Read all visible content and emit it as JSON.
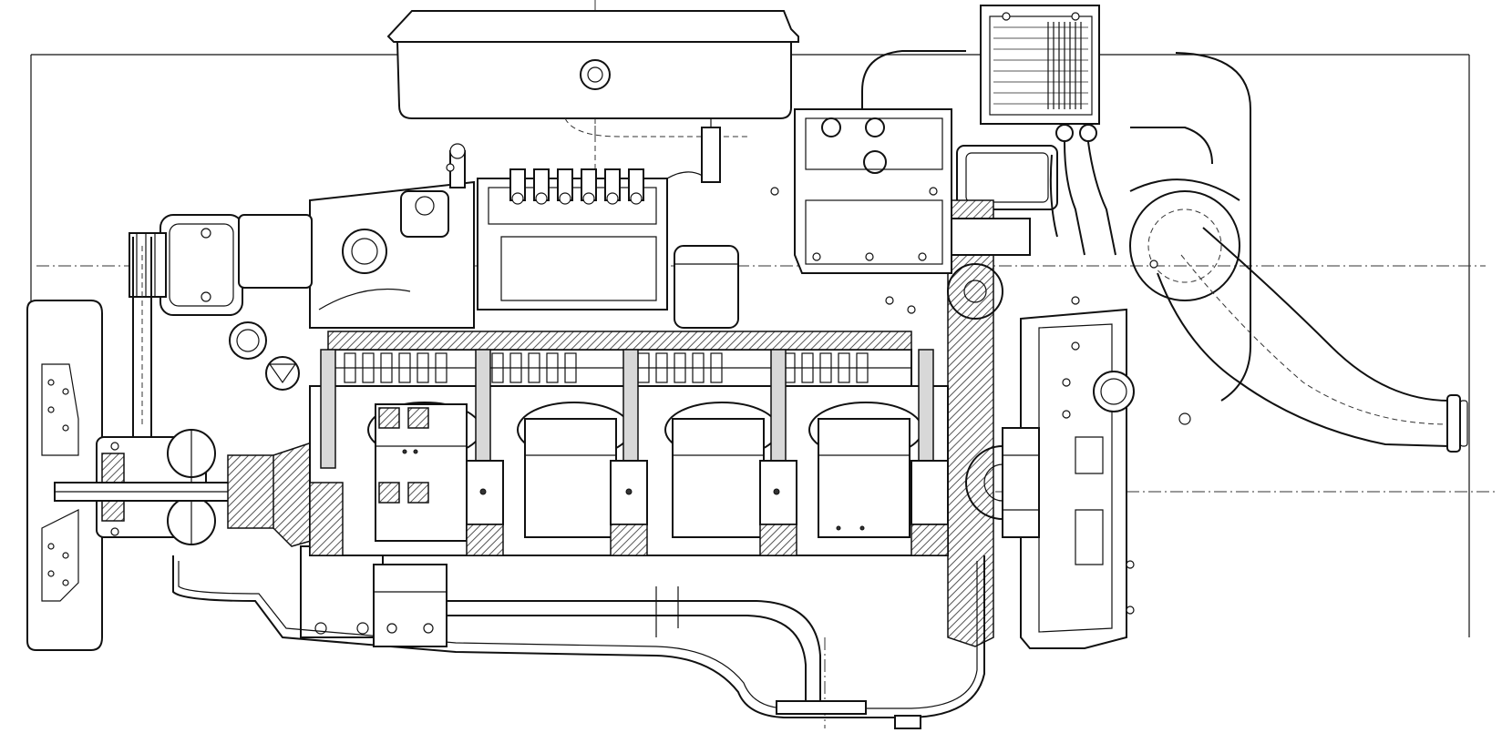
{
  "figure": {
    "kind": "engine-cross-section-drawing",
    "cylinders": 4,
    "injection_pump_elements": 6,
    "style": "black line drawing on white background",
    "colors": {
      "line": "#111111",
      "background": "#ffffff",
      "hatch": "#555555"
    }
  }
}
